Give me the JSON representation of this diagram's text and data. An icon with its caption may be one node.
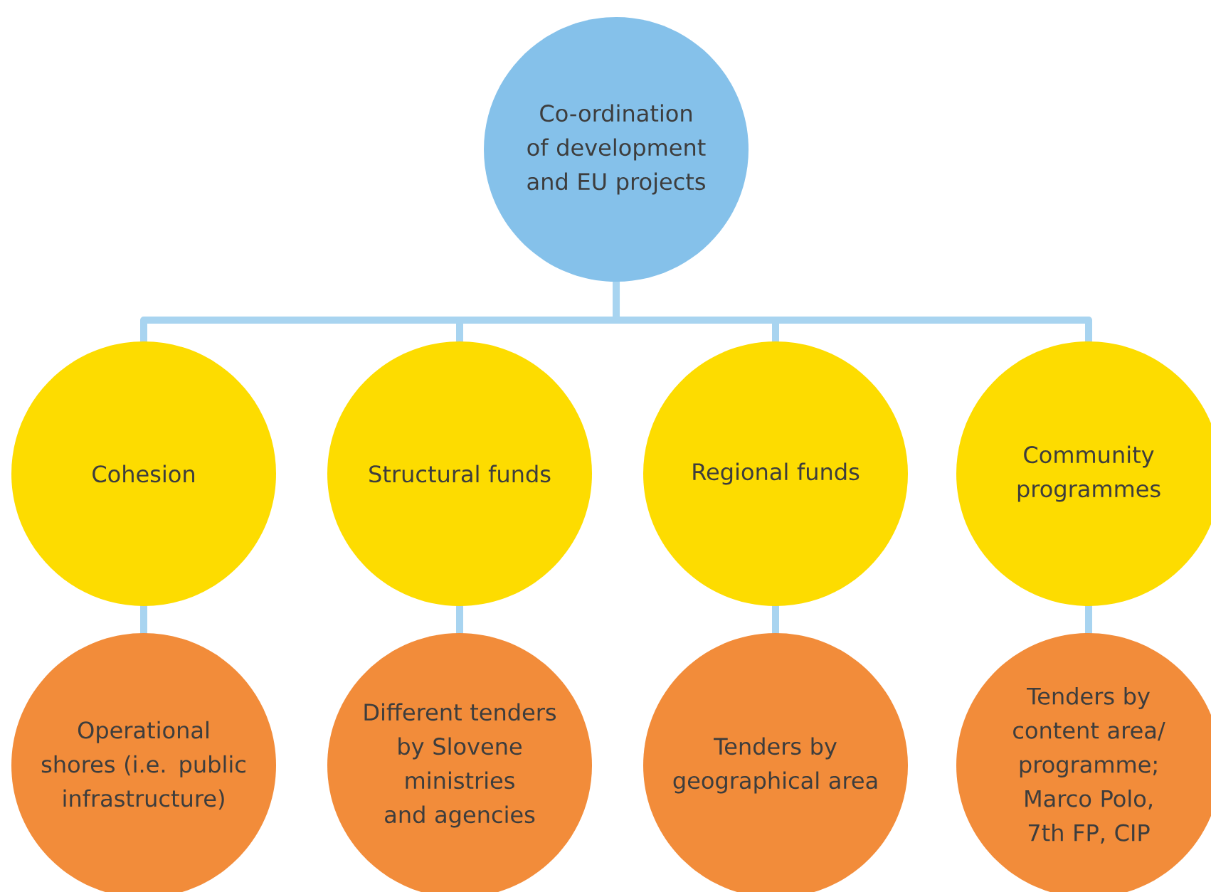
{
  "diagram": {
    "nodes": [
      {
        "text": [
          "Co-ordination of development and EU projects"
        ]
      },
      {
        "text": [
          "Cohesion"
        ]
      },
      {
        "text": [
          "Structural funds"
        ]
      },
      {
        "text": [
          "Regional funds"
        ]
      },
      {
        "text": [
          "Community programmes"
        ]
      },
      {
        "text": [
          "Operational shores (i.e. public infrastructure)"
        ]
      },
      {
        "text": [
          "Different tenders by Slovene ministries and agencies"
        ]
      },
      {
        "text": [
          "Tenders by geographical area"
        ]
      },
      {
        "text": [
          "Tenders by content area/ programme; Marco Polo, 7th FP, CIP"
        ]
      }
    ],
    "edges": [
      {
        "from": 0,
        "to": 1,
        "arrow": "none"
      },
      {
        "from": 0,
        "to": 2,
        "arrow": "none"
      },
      {
        "from": 0,
        "to": 3,
        "arrow": "none"
      },
      {
        "from": 0,
        "to": 4,
        "arrow": "none"
      },
      {
        "from": 1,
        "to": 5,
        "arrow": "none"
      },
      {
        "from": 2,
        "to": 6,
        "arrow": "none"
      },
      {
        "from": 3,
        "to": 7,
        "arrow": "none"
      },
      {
        "from": 4,
        "to": 8,
        "arrow": "none"
      }
    ]
  }
}
